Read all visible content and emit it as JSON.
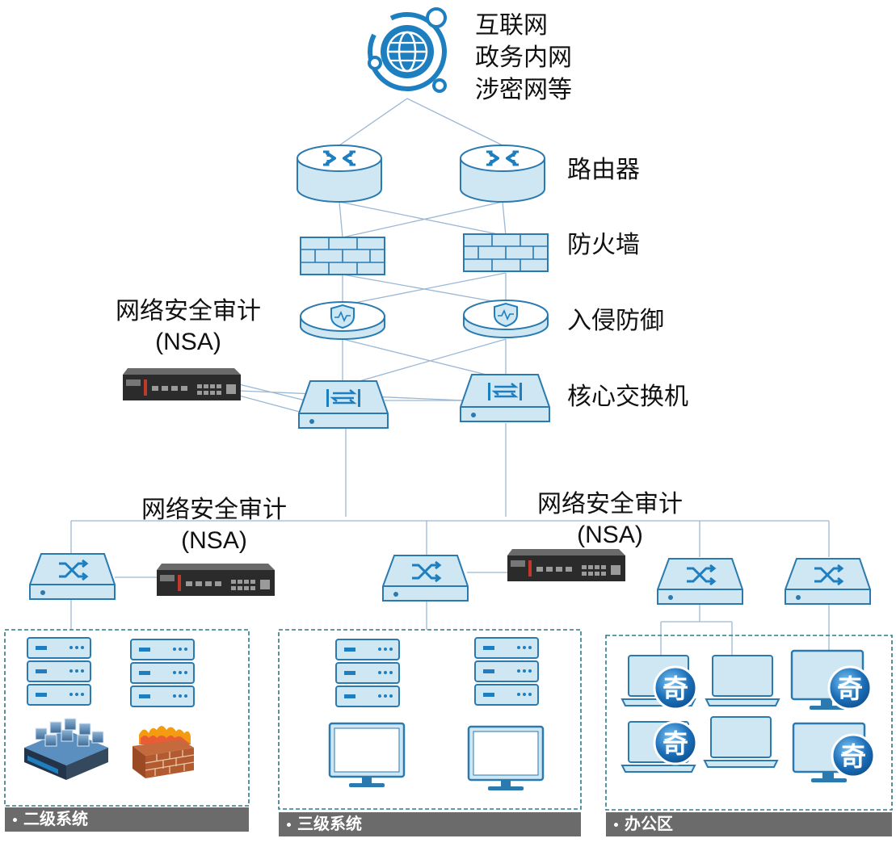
{
  "diagram": {
    "top_labels": [
      "互联网",
      "政务内网",
      "涉密网等"
    ],
    "router_label": "路由器",
    "firewall_label": "防火墙",
    "ips_label": "入侵防御",
    "core_switch_label": "核心交换机",
    "nsa_title": "网络安全审计",
    "nsa_sub": "(NSA)",
    "zones": [
      "二级系统",
      "三级系统",
      "办公区"
    ],
    "endpoint_badge": "奇",
    "colors": {
      "line": "#9bb7d4",
      "device_fill": "#cfe6f3",
      "device_stroke": "#2a7ab0",
      "icon": "#1d7fc0",
      "zone_border": "#2e7a86",
      "caption_bg": "#6b6b6b"
    }
  }
}
